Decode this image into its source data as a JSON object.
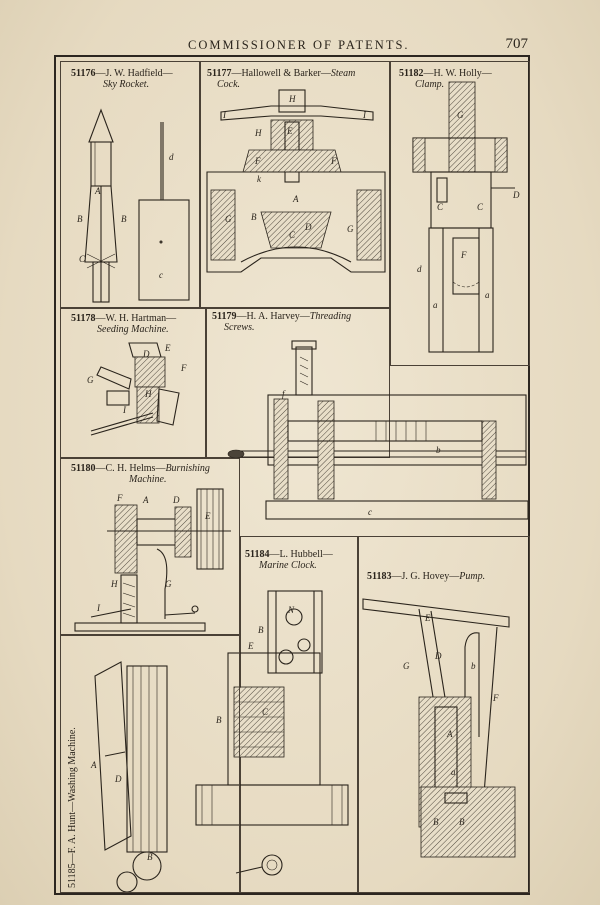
{
  "header": {
    "title": "COMMISSIONER OF PATENTS.",
    "page_number": "707"
  },
  "patents": [
    {
      "number": "51176",
      "inventor": "—J. W. Hadfield—",
      "subject": "Sky Rocket."
    },
    {
      "number": "51177",
      "inventor": "—Hallowell & Barker—",
      "subject_line1": "Steam",
      "subject_line2": "Cock."
    },
    {
      "number": "51182",
      "inventor": "—H. W. Holly—",
      "subject": "Clamp."
    },
    {
      "number": "51178",
      "inventor": "—W. H. Hartman—",
      "subject": "Seeding Machine."
    },
    {
      "number": "51179",
      "inventor": "—H. A. Harvey—",
      "subject_line1": "Threading",
      "subject_line2": "Screws."
    },
    {
      "number": "51180",
      "inventor": "—C. H. Helms—",
      "subject_line1": "Burnishing",
      "subject_line2": "Machine."
    },
    {
      "number": "51184",
      "inventor": "—L. Hubbell—",
      "subject": "Marine Clock."
    },
    {
      "number": "51183",
      "inventor": "—J. G. Hovey—",
      "subject": "Pump."
    },
    {
      "number": "51185",
      "inventor": "—F. A. Hunt—",
      "subject": "Washing Machine."
    }
  ]
}
